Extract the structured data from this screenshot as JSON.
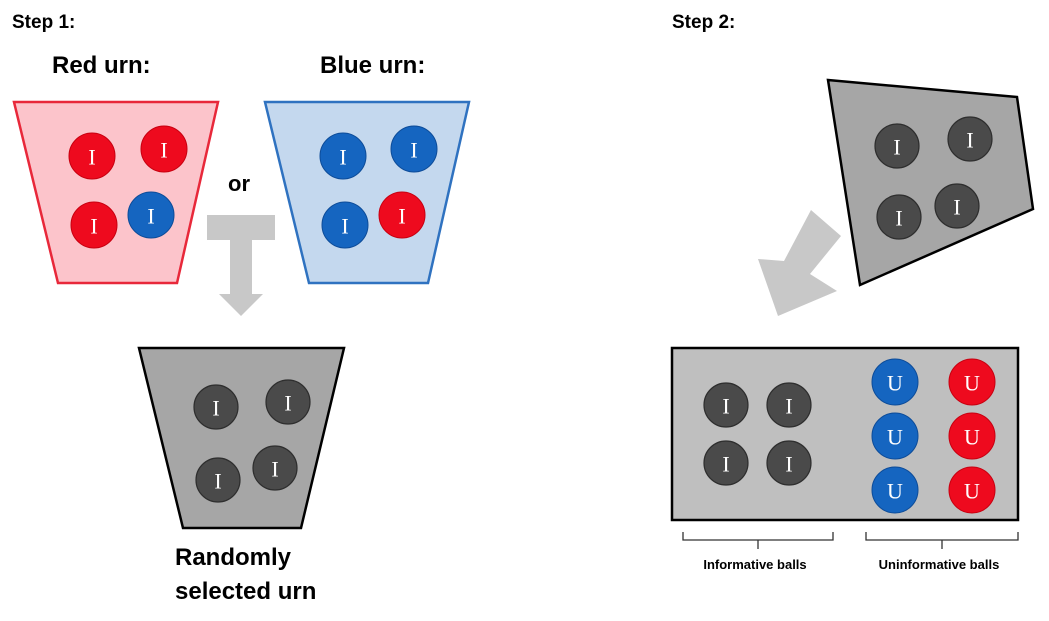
{
  "step1": {
    "title": "Step 1:",
    "red_urn": {
      "label": "Red urn:",
      "balls": [
        "I",
        "I",
        "I",
        "I"
      ]
    },
    "blue_urn": {
      "label": "Blue urn:",
      "balls": [
        "I",
        "I",
        "I",
        "I"
      ]
    },
    "or_text": "or",
    "selected_urn": {
      "label_line1": "Randomly",
      "label_line2": "selected urn",
      "balls": [
        "I",
        "I",
        "I",
        "I"
      ]
    }
  },
  "step2": {
    "title": "Step 2:",
    "tilted_urn": {
      "balls": [
        "I",
        "I",
        "I",
        "I"
      ]
    },
    "box": {
      "informative_balls": [
        "I",
        "I",
        "I",
        "I"
      ],
      "uninformative_blue": [
        "U",
        "U",
        "U"
      ],
      "uninformative_red": [
        "U",
        "U",
        "U"
      ]
    },
    "informative_label": "Informative balls",
    "uninformative_label": "Uninformative balls"
  },
  "colors": {
    "red": "#ee0a1e",
    "blue": "#1565c0",
    "dark": "#4a4a4a",
    "red_urn_fill": "#fcc4cb",
    "red_urn_stroke": "#e8283a",
    "blue_urn_fill": "#c4d8ee",
    "blue_urn_stroke": "#2f72c0",
    "gray_urn_fill": "#a6a6a6",
    "box_fill": "#bfbfbf",
    "arrow": "#c8c8c8"
  }
}
